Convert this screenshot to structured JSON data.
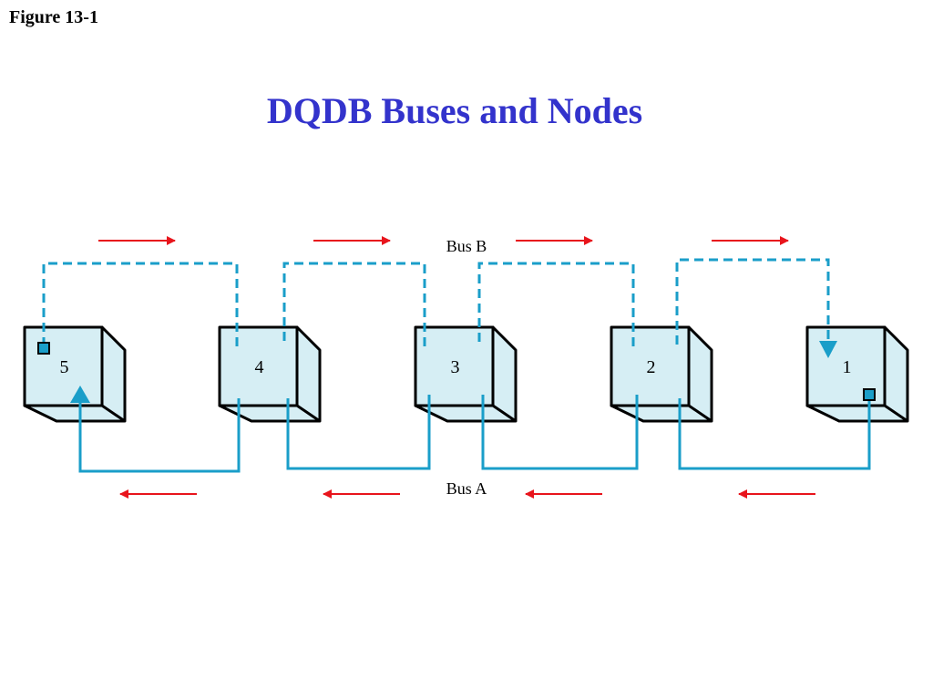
{
  "figure_label": "Figure 13-1",
  "title": "DQDB Buses and Nodes",
  "bus_b_label": "Bus B",
  "bus_a_label": "Bus A",
  "nodes": [
    {
      "id": "5",
      "label": "5"
    },
    {
      "id": "4",
      "label": "4"
    },
    {
      "id": "3",
      "label": "3"
    },
    {
      "id": "2",
      "label": "2"
    },
    {
      "id": "1",
      "label": "1"
    }
  ],
  "colors": {
    "title": "#3333cc",
    "bus": "#1a9ec9",
    "direction_arrow": "#e8141c",
    "node_fill": "#d6eef4"
  }
}
